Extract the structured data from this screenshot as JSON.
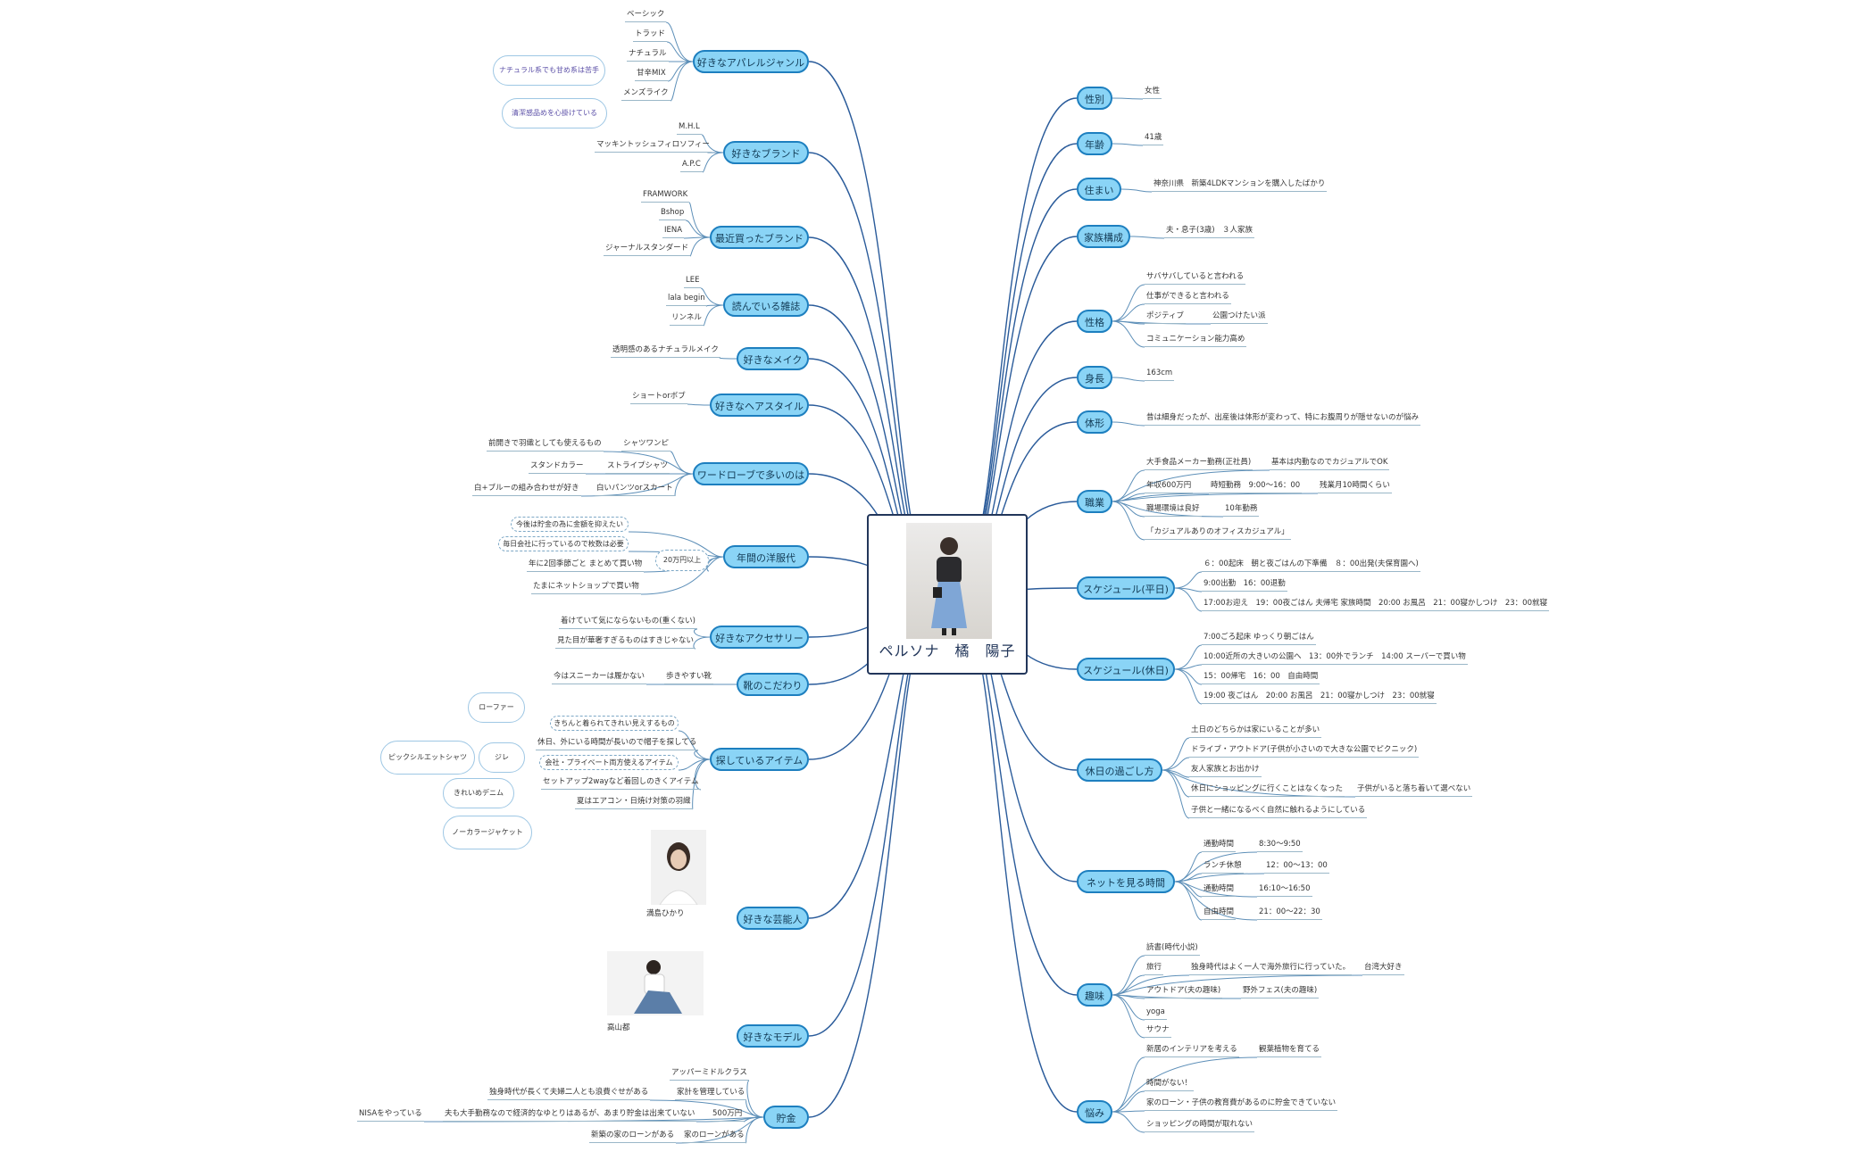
{
  "center": {
    "title": "ペルソナ　橘　陽子",
    "photo_icon": "woman-photo"
  },
  "left": {
    "apparel": {
      "label": "好きなアパレルジャンル",
      "items": [
        "ベーシック",
        "トラッド",
        "ナチュラル",
        "甘辛MIX",
        "メンズライク"
      ],
      "notes": [
        "ナチュラル系でも甘め系は苦手",
        "清潔感品めを心掛けている"
      ]
    },
    "brand": {
      "label": "好きなブランド",
      "items": [
        "M.H.L",
        "マッキントッシュフィロソフィー",
        "A.P.C"
      ]
    },
    "recent_brand": {
      "label": "最近買ったブランド",
      "items": [
        "FRAMWORK",
        "Bshop",
        "IENA",
        "ジャーナルスタンダード"
      ]
    },
    "magazine": {
      "label": "読んでいる雑誌",
      "items": [
        "LEE",
        "lala begin",
        "リンネル"
      ]
    },
    "makeup": {
      "label": "好きなメイク",
      "items": [
        "透明感のあるナチュラルメイク"
      ]
    },
    "hair": {
      "label": "好きなヘアスタイル",
      "items": [
        "ショートorボブ"
      ]
    },
    "wardrobe": {
      "label": "ワードローブで多いのは",
      "rows": [
        [
          "前開きで羽織としても使えるもの",
          "シャツワンピ"
        ],
        [
          "スタンドカラー",
          "ストライプシャツ"
        ],
        [
          "白+ブルーの組み合わせが好き",
          "白いパンツorスカート"
        ]
      ]
    },
    "budget": {
      "label": "年間の洋服代",
      "amount": "20万円以上",
      "items": [
        "今後は貯金の為に金額を抑えたい",
        "毎日会社に行っているので枚数は必要",
        "年に2回季節ごと まとめて買い物",
        "たまにネットショップで買い物"
      ]
    },
    "accessory": {
      "label": "好きなアクセサリー",
      "items": [
        "着けていて気にならないもの(重くない)",
        "見た目が華奢すぎるものはすきじゃない"
      ]
    },
    "shoes": {
      "label": "靴のこだわり",
      "items": [
        "今はスニーカーは履かない",
        "歩きやすい靴"
      ]
    },
    "wanted": {
      "label": "探しているアイテム",
      "items": [
        "きちんと着られてきれい見えするもの",
        "休日、外にいる時間が長いので帽子を探してる",
        "会社・プライベート両方使えるアイテム",
        "セットアップ2wayなど着回しのきくアイテム",
        "夏はエアコン・日焼け対策の羽織"
      ],
      "ideas": [
        "ローファー",
        "ピックシルエットシャツ",
        "ジレ",
        "きれいめデニム",
        "ノーカラージャケット"
      ]
    },
    "celebrity": {
      "label": "好きな芸能人",
      "name": "満島ひかり"
    },
    "model": {
      "label": "好きなモデル",
      "name": "高山都"
    },
    "savings": {
      "label": "貯金",
      "rows": [
        [
          "アッパーミドルクラス"
        ],
        [
          "独身時代が長くて夫婦二人とも浪費ぐせがある",
          "家計を管理している"
        ],
        [
          "NISAをやっている",
          "夫も大手勤務なので経済的なゆとりはあるが、あまり貯金は出来ていない",
          "500万円"
        ],
        [
          "新築の家のローンがある",
          "家のローンがある"
        ]
      ]
    }
  },
  "right": {
    "gender": {
      "label": "性別",
      "value": "女性"
    },
    "age": {
      "label": "年齢",
      "value": "41歳"
    },
    "home": {
      "label": "住まい",
      "value": "神奈川県　新築4LDKマンションを購入したばかり"
    },
    "family": {
      "label": "家族構成",
      "value": "夫・息子(3歳)　３人家族"
    },
    "personality": {
      "label": "性格",
      "items": [
        "サバサバしていると言われる",
        "仕事ができると言われる",
        "ポジティブ",
        "公園つけたい派",
        "コミュニケーション能力高め"
      ]
    },
    "height": {
      "label": "身長",
      "value": "163cm"
    },
    "body": {
      "label": "体形",
      "value": "昔は細身だったが、出産後は体形が変わって、特にお腹周りが隠せないのが悩み"
    },
    "job": {
      "label": "職業",
      "rows": [
        [
          "大手食品メーカー勤務(正社員)",
          "基本は内勤なのでカジュアルでOK"
        ],
        [
          "年収600万円",
          "時短勤務　9:00～16：00",
          "残業月10時間くらい"
        ],
        [
          "職場環境は良好",
          "10年勤務"
        ],
        [
          "「カジュアルありのオフィスカジュアル」"
        ]
      ]
    },
    "weekday": {
      "label": "スケジュール(平日)",
      "items": [
        "６：00起床　朝と夜ごはんの下準備　８：00出発(夫保育園へ)",
        "9:00出勤　16：00退勤",
        "17:00お迎え　19：00夜ごはん 夫帰宅 家族時間　20:00 お風呂　21：00寝かしつけ　23：00就寝"
      ]
    },
    "holiday": {
      "label": "スケジュール(休日)",
      "items": [
        "7:00ごろ起床 ゆっくり朝ごはん",
        "10:00近所の大きいの公園へ　13：00外でランチ　14:00 スーパーで買い物",
        "15：00帰宅　16：00　自由時間",
        "19:00 夜ごはん　20:00 お風呂　21：00寝かしつけ　23：00就寝"
      ]
    },
    "leisure": {
      "label": "休日の過ごし方",
      "items": [
        "土日のどちらかは家にいることが多い",
        "ドライブ・アウトドア(子供が小さいので大きな公園でピクニック)",
        "友人家族とお出かけ",
        "休日にショッピングに行くことはなくなった",
        "子供がいると落ち着いて選べない",
        "子供と一緒になるべく自然に触れるようにしている"
      ]
    },
    "internet": {
      "label": "ネットを見る時間",
      "rows": [
        [
          "通勤時間",
          "8:30～9:50"
        ],
        [
          "ランチ休憩",
          "12：00～13：00"
        ],
        [
          "通勤時間",
          "16:10～16:50"
        ],
        [
          "自由時間",
          "21：00～22：30"
        ]
      ]
    },
    "hobby": {
      "label": "趣味",
      "items": [
        "読書(時代小説)",
        "旅行",
        "独身時代はよく一人で海外旅行に行っていた。",
        "台湾大好き",
        "アウトドア(夫の趣味)",
        "野外フェス(夫の趣味)",
        "yoga",
        "サウナ",
        "新居のインテリアを考える",
        "観葉植物を育てる"
      ]
    },
    "worries": {
      "label": "悩み",
      "items": [
        "時間がない！",
        "家のローン・子供の教育費があるのに貯金できていない",
        "ショッピングの時間が取れない"
      ]
    }
  }
}
